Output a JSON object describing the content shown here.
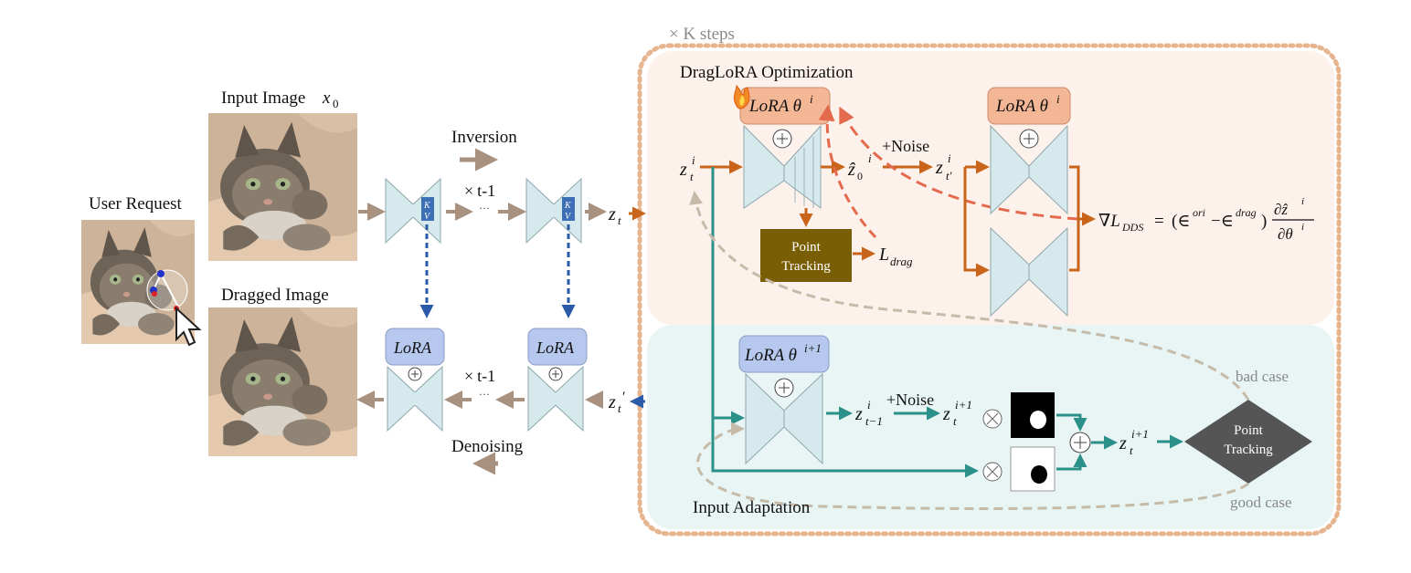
{
  "labels": {
    "user_request": "User Request",
    "input_image": "Input Image",
    "input_image_var": "x",
    "input_image_sub": "0",
    "dragged_image": "Dragged Image",
    "inversion": "Inversion",
    "denoising": "Denoising",
    "times": "×",
    "t_minus_1": "t-1",
    "dots": "···",
    "z": "z",
    "t": "t",
    "prime": "′",
    "kv_k": "K",
    "kv_v": "V",
    "lora": "LoRA",
    "plus": "+",
    "k_steps": "× K steps",
    "dragora_optimization": "DragLoRA Optimization",
    "lora_theta_i": "LoRA θ",
    "sup_i": "i",
    "sup_i1": "i+1",
    "noise": "+Noise",
    "sub_tm1": "t−1",
    "sub_tprime": "t′",
    "z0hat": "ẑ",
    "sub0": "0",
    "point": "Point",
    "tracking": "Tracking",
    "l_drag": "L",
    "drag_sub": "drag",
    "nabla_l": "∇L",
    "dds_sub": "DDS",
    "equals": "=",
    "eps_ori": "(∈",
    "ori_sup": "ori",
    "minus_eps": "−∈",
    "drag_sup": "drag",
    "close_paren": ")",
    "partial_z0": "∂ẑ",
    "partial_theta": "∂θ",
    "input_adaptation": "Input Adaptation",
    "bad_case": "bad case",
    "good_case": "good case",
    "otimes": "⊗"
  },
  "colors": {
    "brown": "#a99180",
    "orange": "#c8651b",
    "blue": "#2a5aa8",
    "teal": "#2b8f8a",
    "gray_dash": "#c6bba9",
    "red_dash": "#e46a4e",
    "pink_bg": "#fdf1ec",
    "teal_bg": "#e9f5f5",
    "border_dots": "#e6b48e",
    "unet_fill": "#d6e9ec",
    "lora_blue": "#b7c8ee",
    "lora_orange": "#f4b796",
    "point_box": "#7a5e06",
    "diamond": "#555555"
  }
}
